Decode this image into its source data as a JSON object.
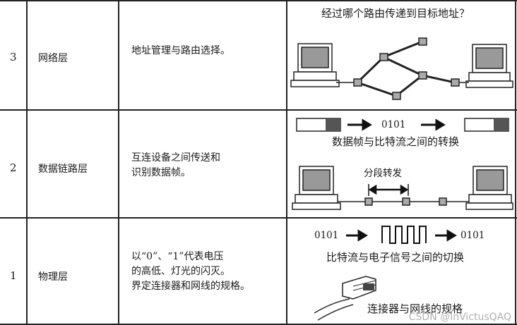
{
  "rows": [
    {
      "number": "3",
      "layer": "网络层",
      "description": [
        "地址管理与路由选择。"
      ],
      "figure": {
        "caption_top": "经过哪个路由传递到目标地址？"
      }
    },
    {
      "number": "2",
      "layer": "数据链路层",
      "description": [
        "互连设备之间传送和",
        "识别数据帧。"
      ],
      "figure": {
        "bits": "0101",
        "caption_mid": "数据帧与比特流之间的转换",
        "segment_label": "分段转发"
      }
    },
    {
      "number": "1",
      "layer": "物理层",
      "description": [
        "以“0”、“1”代表电压",
        "的高低、灯光的闪灭。",
        "界定连接器和网线的规格。"
      ],
      "figure": {
        "bits_in": "0101",
        "bits_out": "0101",
        "caption_mid": "比特流与电子信号之间的切换",
        "caption_bottom": "连接器与网线的规格"
      }
    }
  ],
  "watermark": "CSDN @InVictusQAQ"
}
